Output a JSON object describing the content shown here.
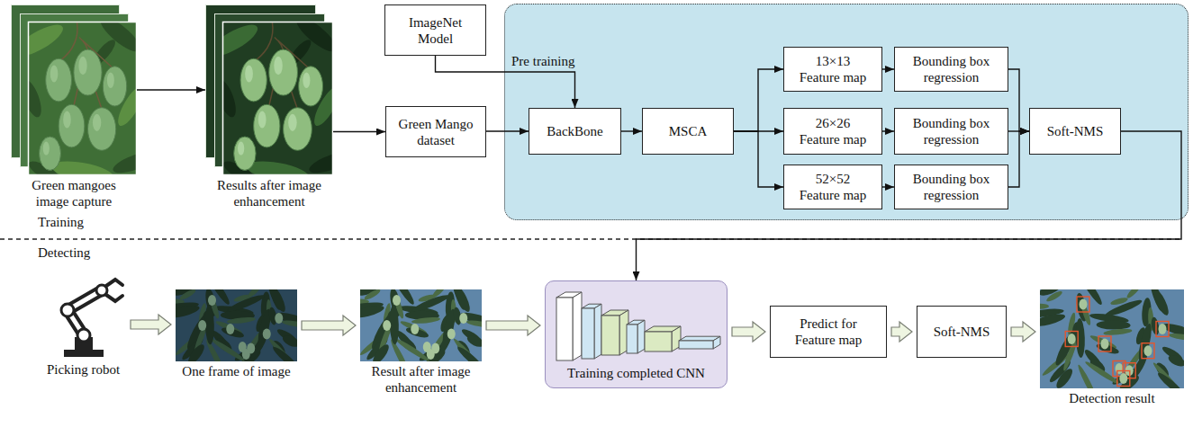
{
  "diagram": {
    "nodes": [
      {
        "text": [
          "Green mangoes image capture"
        ]
      },
      {
        "text": [
          "Results after image enhancement"
        ]
      },
      {
        "text": [
          "ImageNet Model"
        ]
      },
      {
        "text": [
          "Green Mango dataset"
        ]
      },
      {
        "text": [
          "BackBone"
        ]
      },
      {
        "text": [
          "MSCA"
        ]
      },
      {
        "text": [
          "13×13 Feature map"
        ]
      },
      {
        "text": [
          "Bounding box regression"
        ]
      },
      {
        "text": [
          "26×26 Feature map"
        ]
      },
      {
        "text": [
          "Bounding box regression"
        ]
      },
      {
        "text": [
          "52×52 Feature map"
        ]
      },
      {
        "text": [
          "Bounding box regression"
        ]
      },
      {
        "text": [
          "Soft-NMS"
        ]
      },
      {
        "text": [
          "Picking robot"
        ]
      },
      {
        "text": [
          "One frame of image"
        ]
      },
      {
        "text": [
          "Result after image enhancement"
        ]
      },
      {
        "text": [
          "Training completed CNN"
        ]
      },
      {
        "text": [
          "Predict for Feature map"
        ]
      },
      {
        "text": [
          "Soft-NMS"
        ]
      },
      {
        "text": [
          "Detection result"
        ]
      }
    ],
    "edges": [
      {
        "from": 0,
        "to": 1,
        "arrow": "to"
      },
      {
        "from": 1,
        "to": 3,
        "arrow": "to"
      },
      {
        "from": 2,
        "to": 4,
        "label": "Pre training",
        "arrow": "to"
      },
      {
        "from": 3,
        "to": 4,
        "arrow": "to"
      },
      {
        "from": 4,
        "to": 5,
        "arrow": "to"
      },
      {
        "from": 5,
        "to": 6,
        "arrow": "to"
      },
      {
        "from": 5,
        "to": 8,
        "arrow": "to"
      },
      {
        "from": 5,
        "to": 10,
        "arrow": "to"
      },
      {
        "from": 6,
        "to": 7,
        "arrow": "to"
      },
      {
        "from": 8,
        "to": 9,
        "arrow": "to"
      },
      {
        "from": 10,
        "to": 11,
        "arrow": "to"
      },
      {
        "from": 7,
        "to": 12,
        "arrow": "to"
      },
      {
        "from": 9,
        "to": 12,
        "arrow": "to"
      },
      {
        "from": 11,
        "to": 12,
        "arrow": "to"
      },
      {
        "from": 12,
        "to": 16,
        "arrow": "to"
      },
      {
        "from": 13,
        "to": 14,
        "arrow": "to"
      },
      {
        "from": 14,
        "to": 15,
        "arrow": "to"
      },
      {
        "from": 15,
        "to": 16,
        "arrow": "to"
      },
      {
        "from": 16,
        "to": 17,
        "arrow": "to"
      },
      {
        "from": 17,
        "to": 18,
        "arrow": "to"
      },
      {
        "from": 18,
        "to": 19,
        "arrow": "to"
      }
    ],
    "labels": [
      "Training",
      "Detecting"
    ]
  }
}
